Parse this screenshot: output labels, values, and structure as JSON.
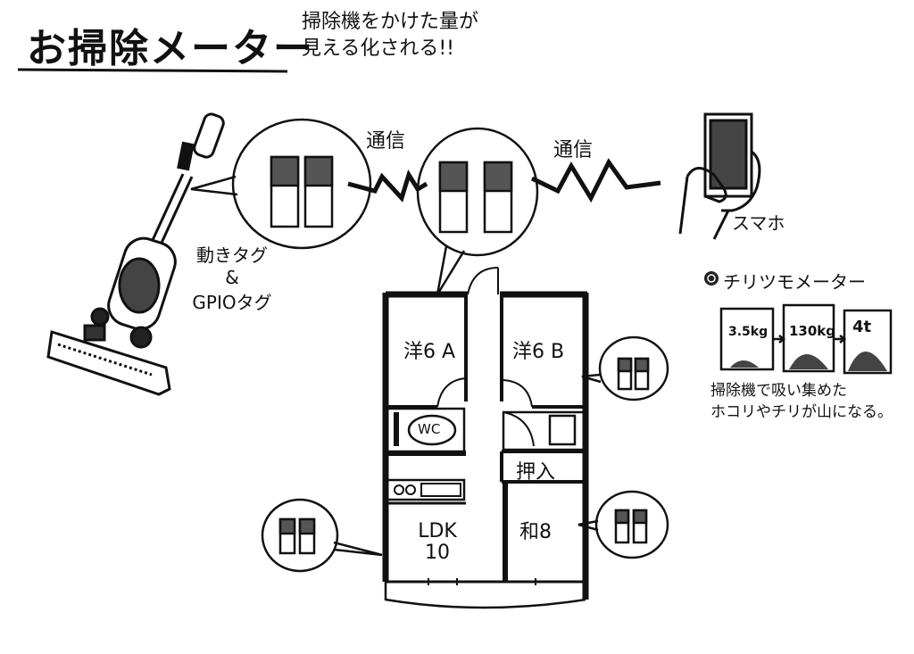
{
  "title": "お掃除メーター",
  "subtitle_lines": [
    "掃除機をかけた量が",
    "見える化される!!"
  ],
  "comm_label_1": "通信",
  "comm_label_2": "通信",
  "phone_label": "スマホ",
  "vacuum_tags": {
    "line1": "動きタグ",
    "line2": "&",
    "line3": "GPIOタグ"
  },
  "rooms": {
    "room_6a": "洋6 A",
    "room_6b": "洋6 B",
    "wc": "WC",
    "storage": "押入",
    "ldk_line1": "LDK",
    "ldk_line2": "10",
    "washitsu": "和8"
  },
  "dust_meter": {
    "title": "チリツモメーター",
    "levels": [
      "3.5kg",
      "130kg",
      "4t"
    ],
    "caption_lines": [
      "掃除機で吸い集めた",
      "ホコリやチリが山になる。"
    ]
  }
}
